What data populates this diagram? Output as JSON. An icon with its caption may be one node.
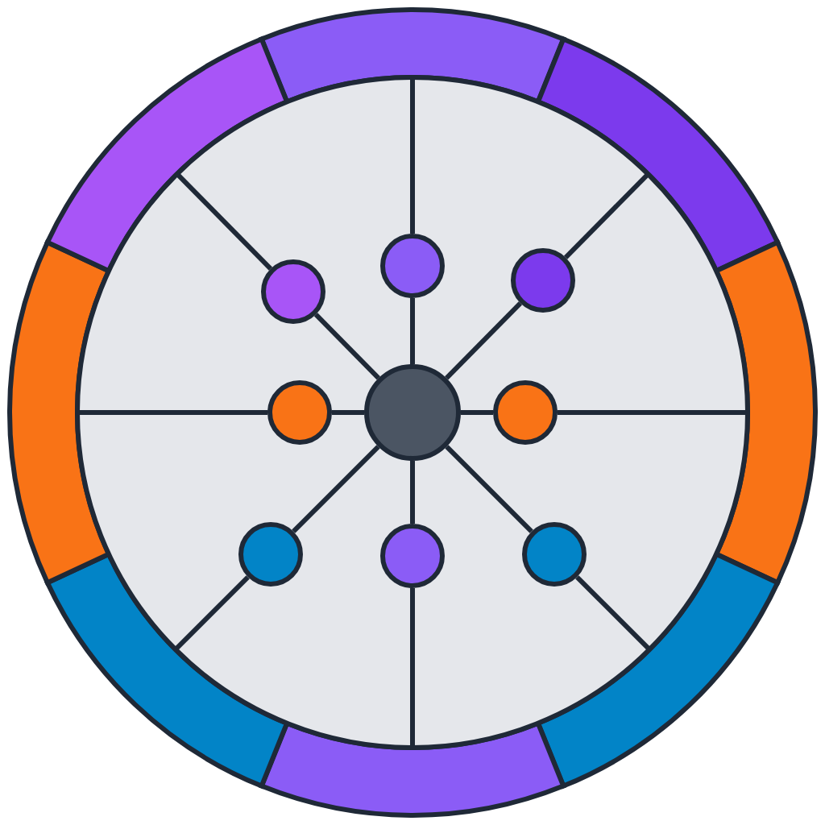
{
  "diagram": {
    "nodes": [
      {
        "text": [],
        "shape": "circle"
      },
      {
        "text": [],
        "shape": "circle"
      },
      {
        "text": [],
        "shape": "circle"
      },
      {
        "text": [],
        "shape": "circle"
      },
      {
        "text": [],
        "shape": "circle"
      },
      {
        "text": [],
        "shape": "circle"
      },
      {
        "text": [],
        "shape": "circle"
      },
      {
        "text": [],
        "shape": "circle"
      },
      {
        "text": [],
        "shape": "circle"
      }
    ],
    "edges": [
      {
        "from": 0,
        "to": 1,
        "arrow": "none"
      },
      {
        "from": 0,
        "to": 2,
        "arrow": "none"
      },
      {
        "from": 0,
        "to": 3,
        "arrow": "none"
      },
      {
        "from": 0,
        "to": 4,
        "arrow": "none"
      },
      {
        "from": 0,
        "to": 5,
        "arrow": "none"
      },
      {
        "from": 0,
        "to": 6,
        "arrow": "none"
      },
      {
        "from": 0,
        "to": 7,
        "arrow": "none"
      },
      {
        "from": 0,
        "to": 8,
        "arrow": "none"
      },
      {
        "from": 1,
        "to": null,
        "arrow": "none"
      },
      {
        "from": 2,
        "to": null,
        "arrow": "none"
      },
      {
        "from": 3,
        "to": null,
        "arrow": "none"
      },
      {
        "from": 4,
        "to": null,
        "arrow": "none"
      },
      {
        "from": 5,
        "to": null,
        "arrow": "none"
      },
      {
        "from": 6,
        "to": null,
        "arrow": "none"
      },
      {
        "from": 7,
        "to": null,
        "arrow": "none"
      },
      {
        "from": 8,
        "to": null,
        "arrow": "none"
      }
    ]
  }
}
